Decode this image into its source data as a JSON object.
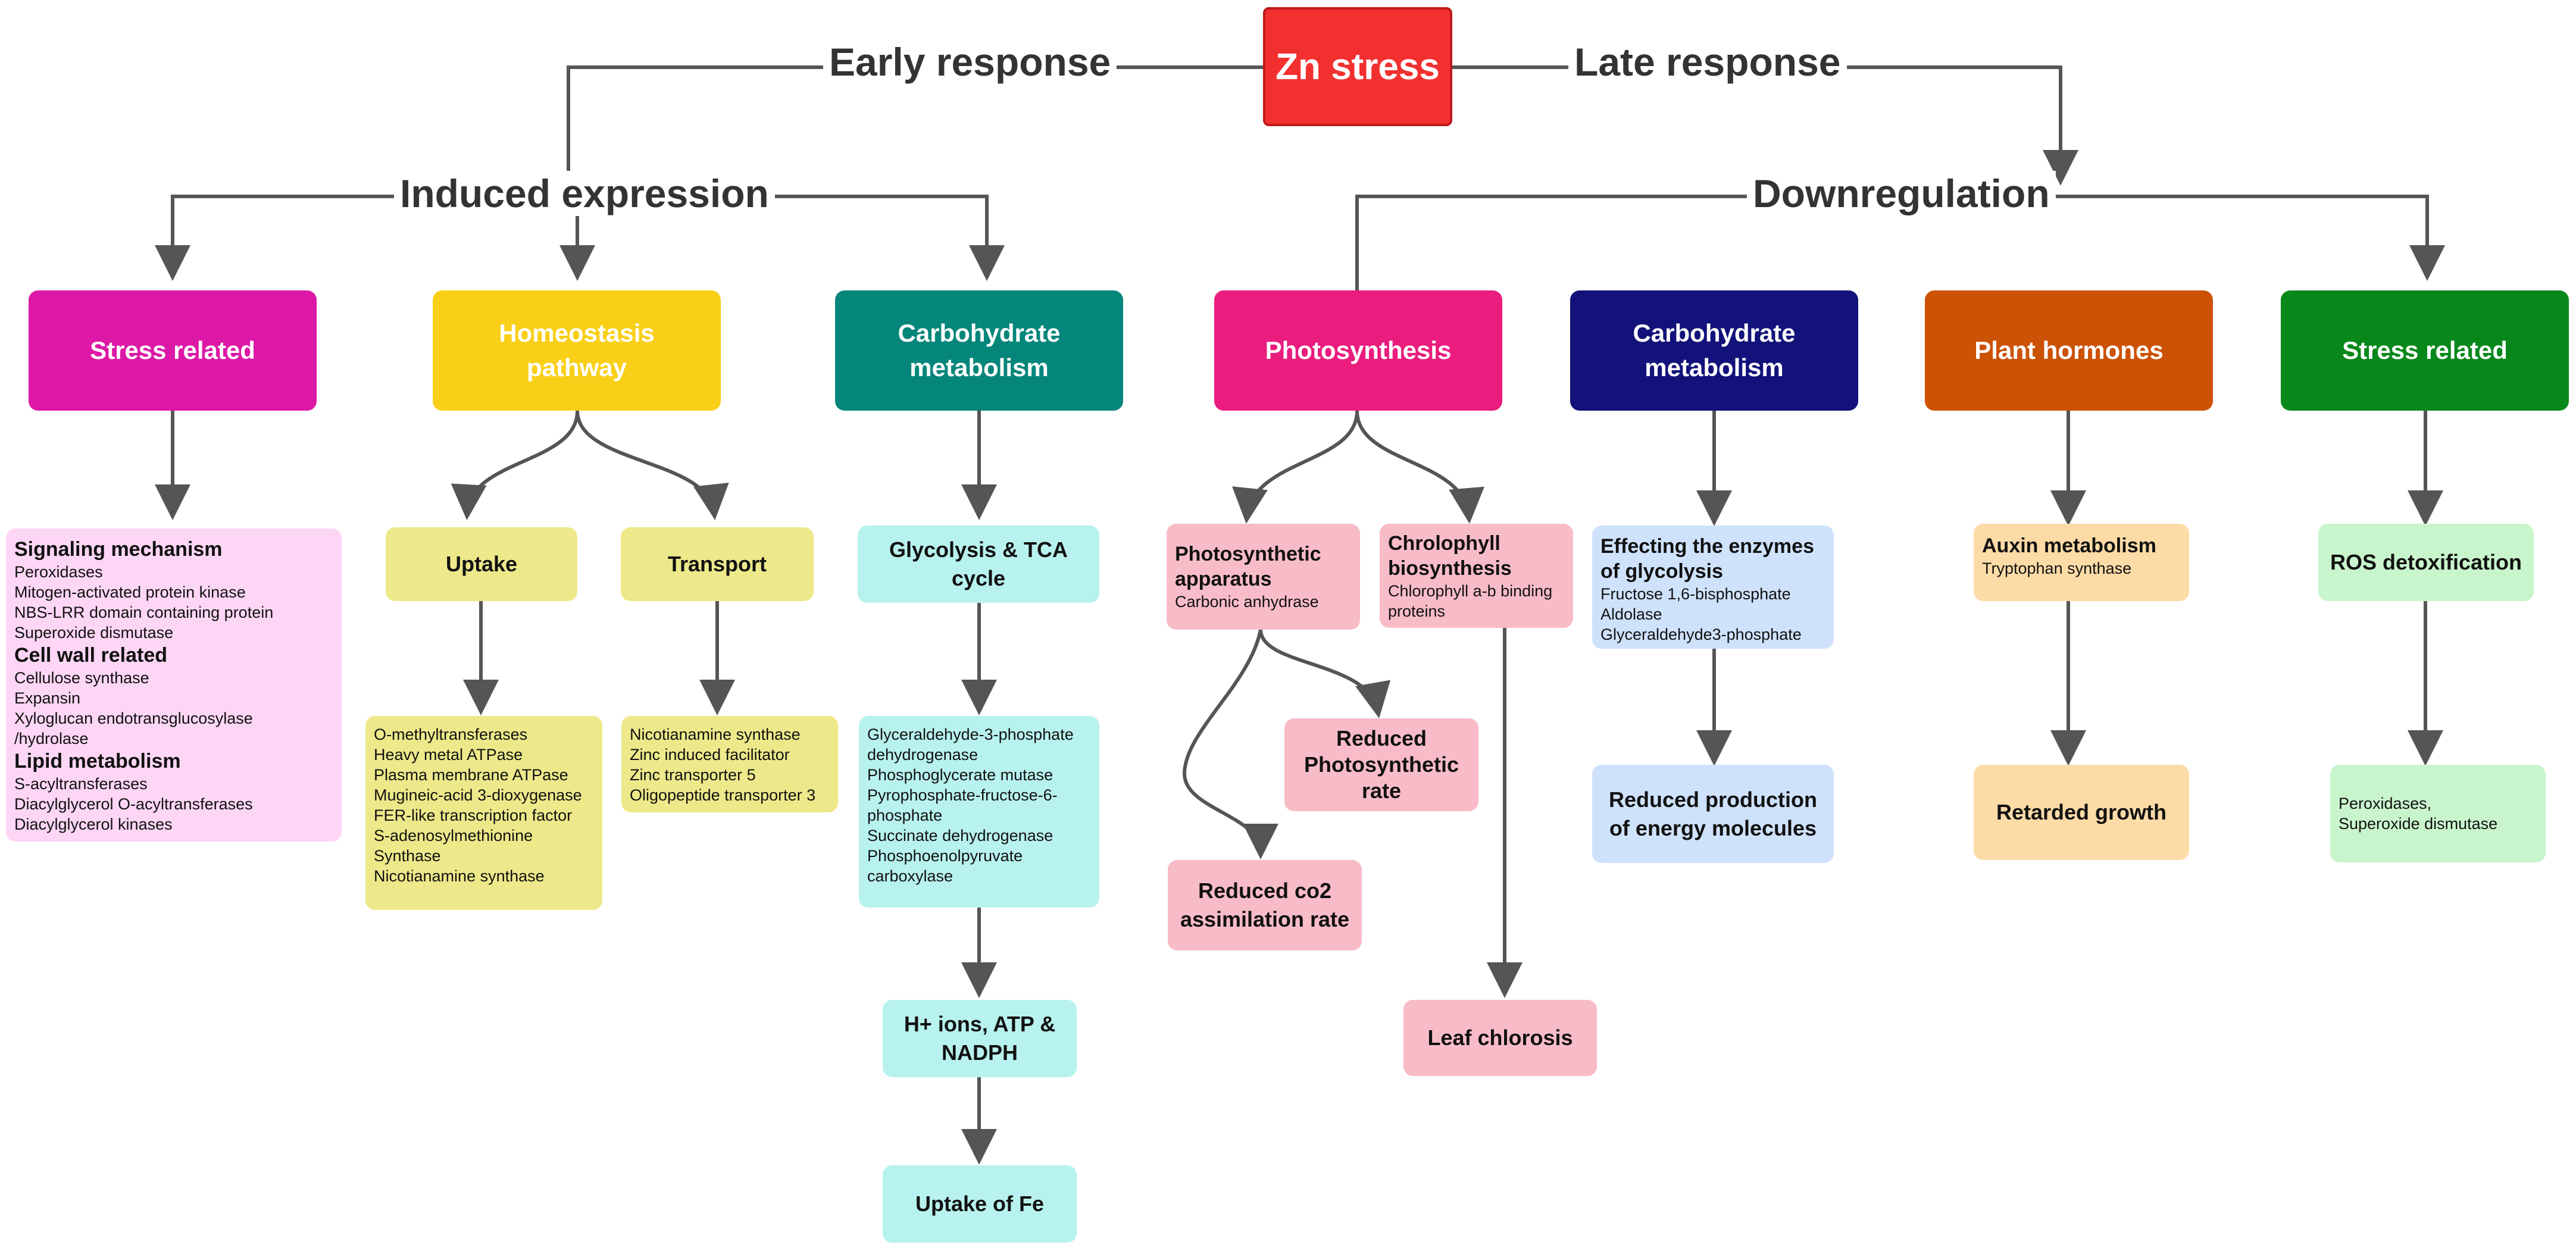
{
  "root": {
    "label": "Zn stress"
  },
  "branches": {
    "early": "Early response",
    "late": "Late response"
  },
  "groups": {
    "induced": "Induced expression",
    "down": "Downregulation"
  },
  "colors": {
    "stress_pink": "#dd18a6",
    "homeostasis": "#f9cf18",
    "carb_teal": "#05867a",
    "photosynthesis": "#ea1c7e",
    "carb_navy": "#12127a",
    "hormones": "#cc5206",
    "stress_green": "#08881b"
  },
  "induced": {
    "stress": {
      "title": "Stress related",
      "sections": [
        {
          "heading": "Signaling mechanism",
          "items": [
            "Peroxidases",
            "Mitogen-activated protein kinase",
            "NBS-LRR domain containing protein",
            "Superoxide dismutase"
          ]
        },
        {
          "heading": "Cell wall related",
          "items": [
            "Cellulose synthase",
            "Expansin",
            "Xyloglucan endotransglucosylase",
            "/hydrolase"
          ]
        },
        {
          "heading": "Lipid metabolism",
          "items": [
            "S-acyltransferases",
            "Diacylglycerol O-acyltransferases",
            "Diacylglycerol kinases"
          ]
        }
      ]
    },
    "homeostasis": {
      "title_lines": [
        "Homeostasis",
        "pathway"
      ],
      "uptake": {
        "label": "Uptake",
        "items": [
          "O-methyltransferases",
          "Heavy metal ATPase",
          "Plasma membrane ATPase",
          "Mugineic-acid 3-dioxygenase",
          "FER-like transcription factor",
          "S-adenosylmethionine",
          "Synthase",
          "Nicotianamine synthase"
        ]
      },
      "transport": {
        "label": "Transport",
        "items": [
          "Nicotianamine synthase",
          "Zinc induced facilitator",
          "Zinc transporter 5",
          "Oligopeptide transporter 3"
        ]
      }
    },
    "carb": {
      "title_lines": [
        "Carbohydrate",
        "metabolism"
      ],
      "glycolysis_lines": [
        "Glycolysis & TCA",
        "cycle"
      ],
      "enzymes": [
        "Glyceraldehyde-3-phosphate",
        "dehydrogenase",
        "Phosphoglycerate mutase",
        "Pyrophosphate-fructose-6-",
        "phosphate",
        "Succinate dehydrogenase",
        "Phosphoenolpyruvate",
        "carboxylase"
      ],
      "ions_lines": [
        "H+ ions, ATP &",
        "NADPH"
      ],
      "fe": "Uptake of Fe"
    }
  },
  "down": {
    "photo": {
      "title": "Photosynthesis",
      "apparatus": {
        "title_lines": [
          "Photosynthetic",
          "apparatus"
        ],
        "detail": "Carbonic anhydrase"
      },
      "chloro": {
        "title_lines": [
          "Chrolophyll",
          "biosynthesis"
        ],
        "detail_lines": [
          "Chlorophyll a-b binding",
          "proteins"
        ]
      },
      "reduced_rate_lines": [
        "Reduced",
        "Photosynthetic",
        "rate"
      ],
      "reduced_co2_lines": [
        "Reduced co2",
        "assimilation rate"
      ],
      "chlorosis": "Leaf chlorosis"
    },
    "carb": {
      "title_lines": [
        "Carbohydrate",
        "metabolism"
      ],
      "effect_lines": [
        "Effecting the enzymes",
        "of glycolysis"
      ],
      "items": [
        "Fructose 1,6-bisphosphate",
        "Aldolase",
        "Glyceraldehyde3-phosphate"
      ],
      "energy_lines": [
        "Reduced production",
        "of energy molecules"
      ]
    },
    "hormones": {
      "title": "Plant hormones",
      "auxin": "Auxin metabolism",
      "auxin_detail": "Tryptophan synthase",
      "growth": "Retarded growth"
    },
    "stress": {
      "title": "Stress related",
      "ros": "ROS detoxification",
      "items": [
        "Peroxidases,",
        "Superoxide dismutase"
      ]
    }
  }
}
